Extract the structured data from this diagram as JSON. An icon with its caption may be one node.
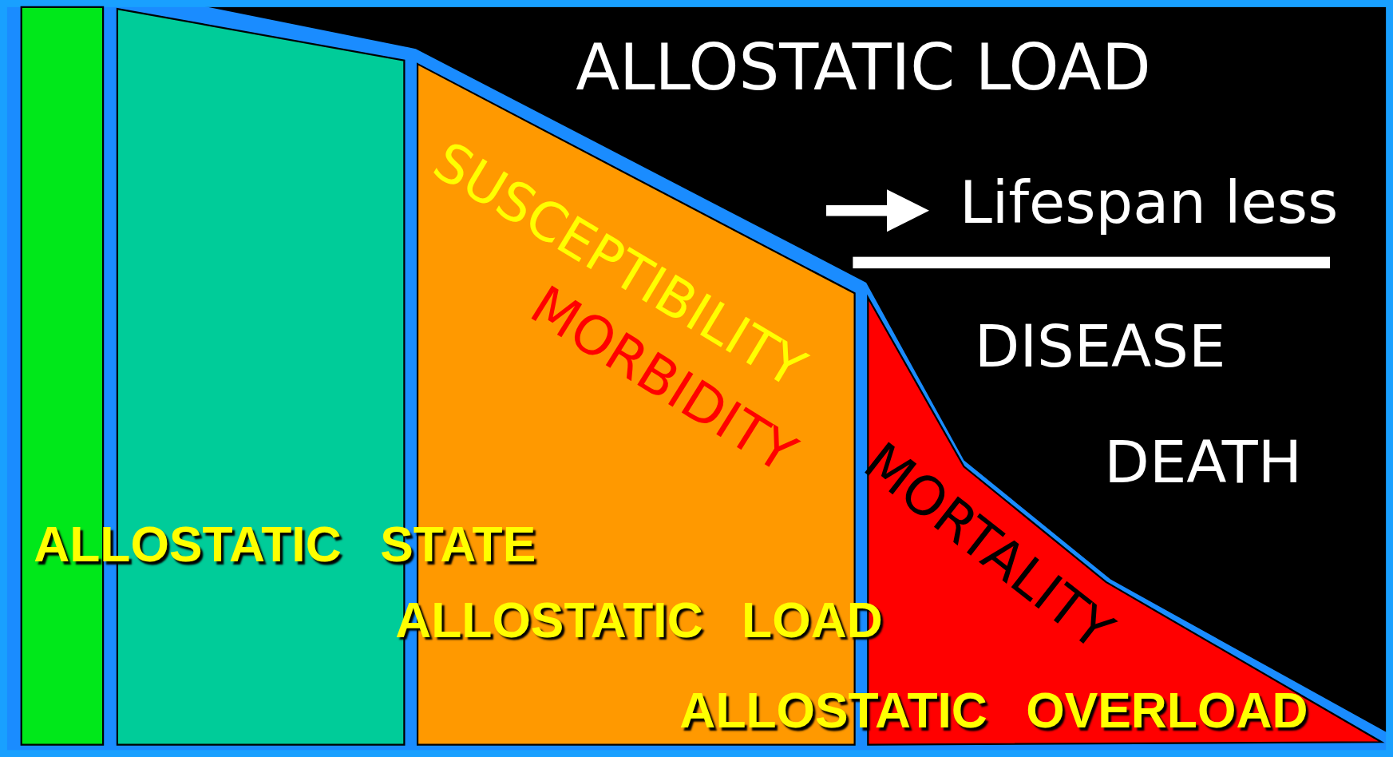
{
  "diagram": {
    "title": "ALLOSTATIC LOAD",
    "labels": [
      "Lifespan less",
      "DISEASE",
      "DEATH",
      "SUSCEPTIBILITY",
      "MORBIDITY",
      "MORTALITY",
      "ALLOSTATIC STATE",
      "ALLOSTATIC LOAD",
      "ALLOSTATIC OVERLOAD"
    ]
  }
}
